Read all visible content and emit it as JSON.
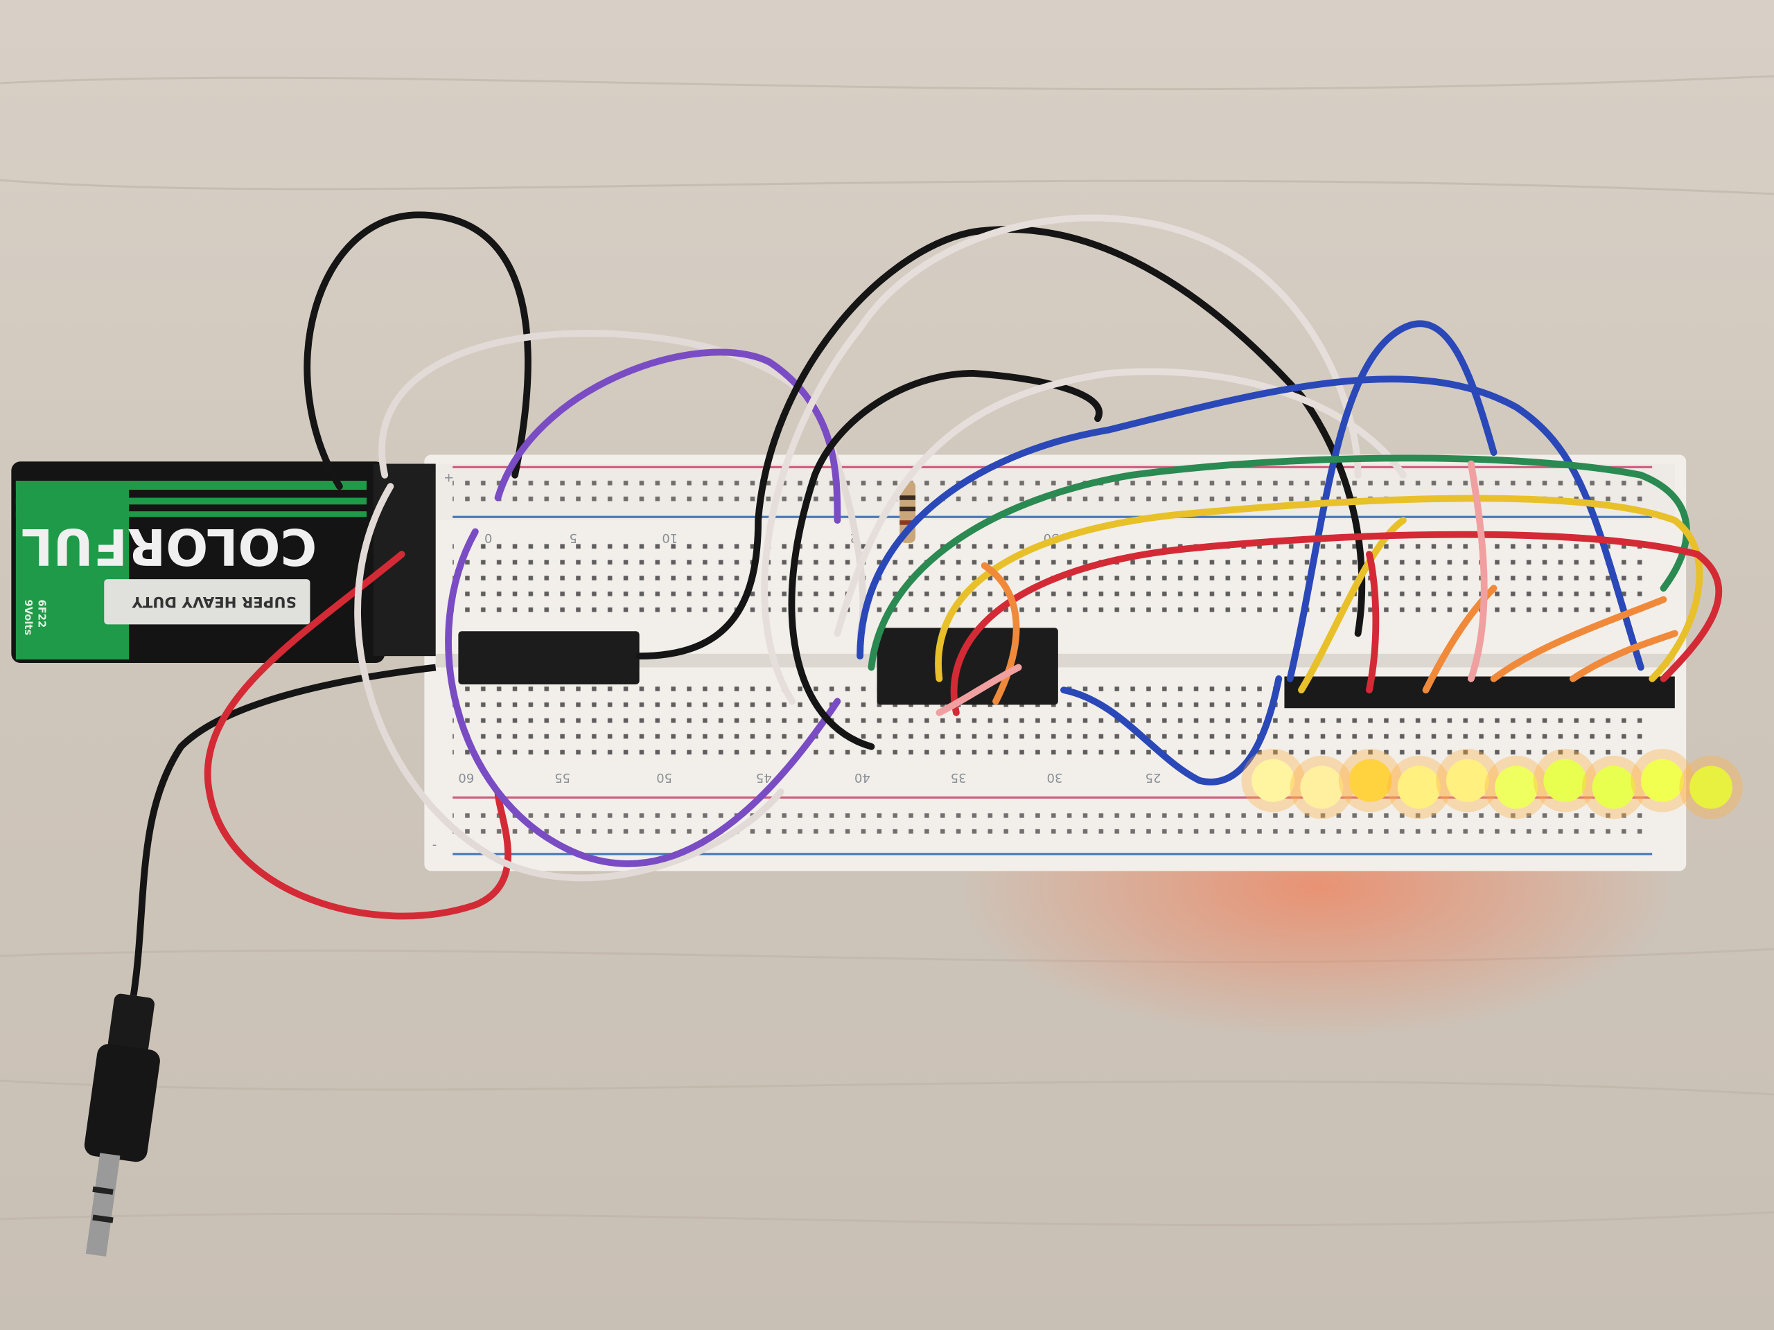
{
  "battery": {
    "brand": "COLORFUL",
    "label": "SUPER HEAVY DUTY",
    "model": "6F22",
    "voltage": "9Volts",
    "colors": {
      "green": "#1f9a48",
      "black": "#141414"
    }
  },
  "breadboard": {
    "top_numbers": [
      "0",
      "5",
      "10",
      "2",
      "30"
    ],
    "bottom_numbers": [
      "60",
      "55",
      "50",
      "45",
      "40",
      "35",
      "30",
      "25"
    ],
    "rail_marks": [
      "+",
      "-"
    ]
  },
  "led_bar": {
    "count": 10,
    "colors": [
      "#fff4a0",
      "#fff0a0",
      "#ffd240",
      "#fff080",
      "#fff080",
      "#f0ff60",
      "#e8ff50",
      "#e8ff50",
      "#f0ff50",
      "#e8f040"
    ]
  },
  "wire_colors": {
    "red": "#d42a36",
    "black": "#151515",
    "white": "#e4dcd8",
    "purple": "#7a4cc4",
    "blue": "#2a48b8",
    "green": "#2a8a52",
    "yellow": "#e8c02a",
    "orange": "#f08a3a"
  }
}
